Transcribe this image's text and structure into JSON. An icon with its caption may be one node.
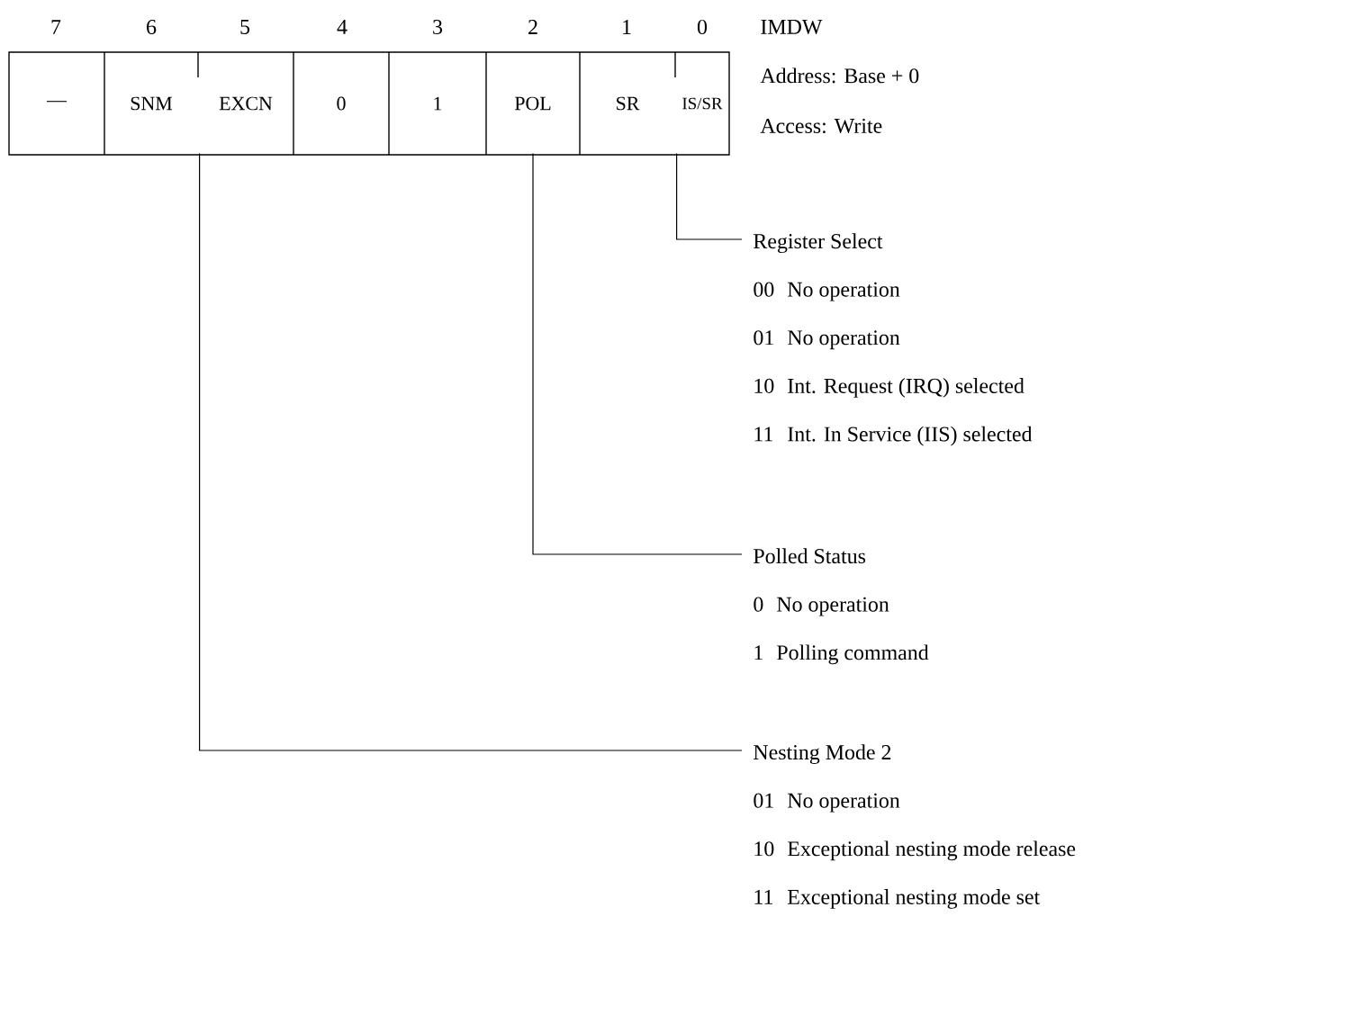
{
  "diagram": {
    "nodes": [
      {
        "text": [
          "—"
        ]
      },
      {
        "text": [
          "SNM"
        ]
      },
      {
        "text": [
          "EXCN"
        ]
      },
      {
        "text": [
          "0"
        ]
      },
      {
        "text": [
          "1"
        ]
      },
      {
        "text": [
          "POL"
        ]
      },
      {
        "text": [
          "SR"
        ]
      },
      {
        "text": [
          "IS/SR"
        ]
      },
      {
        "text": [
          "Register Select",
          "00",
          "No operation",
          "01",
          "No operation",
          "10",
          "Int. Request (IRQ) selected",
          "11",
          "Int. In Service (IIS) selected"
        ]
      },
      {
        "text": [
          "Polled Status",
          "0",
          "No operation",
          "1",
          "Polling command"
        ]
      },
      {
        "text": [
          "Nesting Mode 2",
          "01",
          "No operation",
          "10",
          "Exceptional nesting mode release",
          "11",
          "Exceptional nesting mode set"
        ]
      }
    ],
    "edges": [
      {
        "from": 8,
        "to": 7,
        "arrow": "none"
      },
      {
        "from": 9,
        "to": 5,
        "arrow": "none"
      },
      {
        "from": 10,
        "to": 2,
        "arrow": "none"
      }
    ],
    "labels": [
      "7",
      "6",
      "5",
      "4",
      "3",
      "2",
      "1",
      "0",
      "IMDW",
      "Address: Base + 0",
      "Access: Write"
    ]
  }
}
